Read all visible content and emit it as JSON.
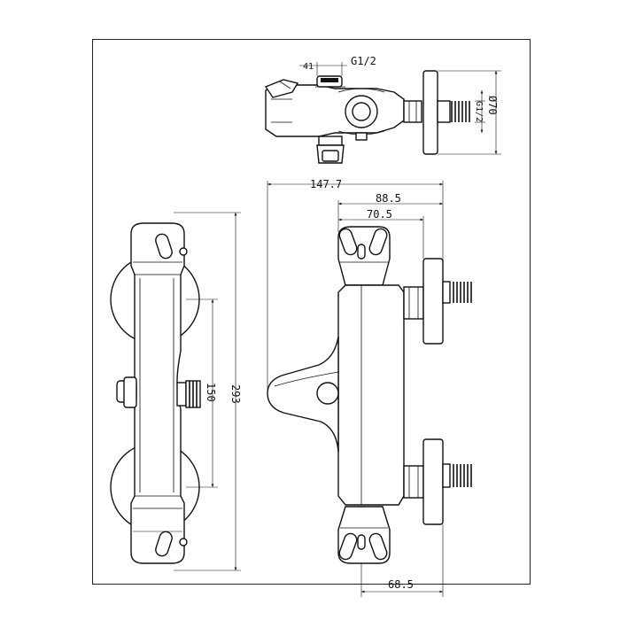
{
  "dimensions": {
    "top_inlet_thread": "G1/2",
    "top_side_thread": "G1/2",
    "top_flange_diameter": "Ø70",
    "top_small_mark": "41",
    "front_height_total": "293",
    "front_center_distance": "150",
    "side_overall_depth": "147.7",
    "side_depth_to_flange": "88.5",
    "side_depth_body": "70.5",
    "side_depth_bottom": "68.5"
  }
}
